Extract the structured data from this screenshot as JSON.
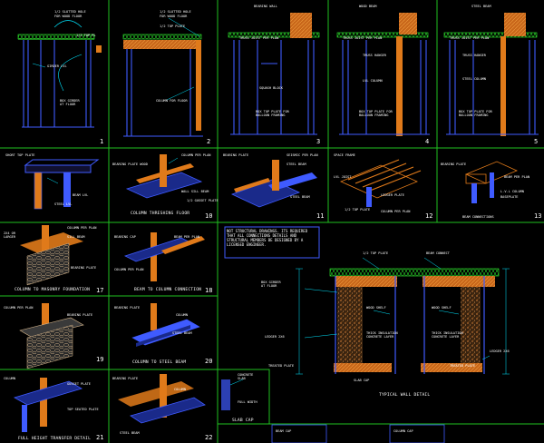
{
  "sheet": {
    "background": "#000000",
    "colors": {
      "frame": "#20c020",
      "framing": "#3f5bff",
      "timber": "#e07a1a",
      "masonry": "#d4b48a",
      "leader": "#00e5ff",
      "dimension": "#00e5ff",
      "annotation": "#ffffff",
      "decking": "#33ff33"
    }
  },
  "details": [
    {
      "number": "1"
    },
    {
      "number": "2"
    },
    {
      "number": "3"
    },
    {
      "number": "4"
    },
    {
      "number": "5"
    },
    {
      "number": "10",
      "caption": "COLUMN THRESHING FLOOR"
    },
    {
      "number": "11"
    },
    {
      "number": "12"
    },
    {
      "number": "13"
    },
    {
      "number": "17",
      "caption": "COLUMN TO MASONRY FOUNDATION"
    },
    {
      "number": "18",
      "caption": "BEAM TO COLUMN CONNECTION"
    },
    {
      "number": "19"
    },
    {
      "number": "20",
      "caption": "COLUMN TO STEEL BEAM"
    },
    {
      "number": "21",
      "caption": "FULL HEIGHT TRANSFER DETAIL"
    },
    {
      "number": "22"
    }
  ],
  "general_note": "NOT STRUCTURAL DRAWINGS. ITS REQUIRED THAT ALL CONNECTIONS DETAILS AND STRUCTURAL MEMBERS BE DESIGNED BY A LICENSED ENGINEER.",
  "wall_section_caption": "TYPICAL WALL DETAIL",
  "slab_caption": "SLAB CAP"
}
